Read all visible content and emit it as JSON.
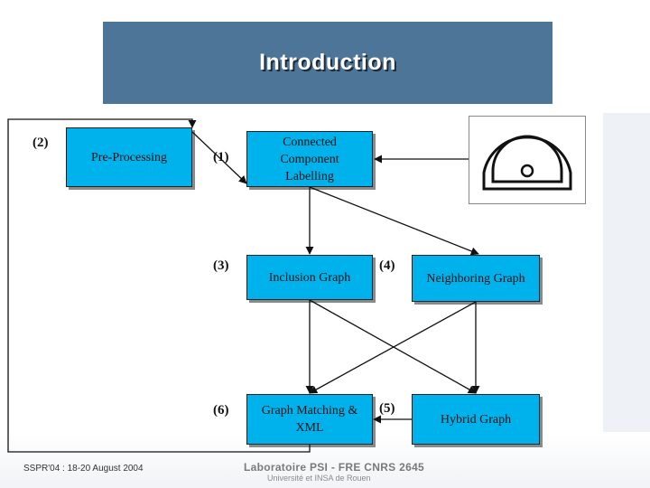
{
  "title": "Introduction",
  "boxes": {
    "preprocessing": "Pre-Processing",
    "ccl": "Connected Component Labelling",
    "inclusion": "Inclusion Graph",
    "neighboring": "Neighboring Graph",
    "matching": "Graph Matching & XML",
    "hybrid": "Hybrid Graph"
  },
  "numbers": {
    "n1": "(1)",
    "n2": "(2)",
    "n3": "(3)",
    "n4": "(4)",
    "n5": "(5)",
    "n6": "(6)"
  },
  "footer": {
    "conference": "SSPR'04 : 18-20 August 2004",
    "lab": "Laboratoire PSI - FRE CNRS 2645",
    "university": "Université et INSA de Rouen"
  },
  "colors": {
    "box_fill": "#00b2ec",
    "banner": "#4d7597"
  }
}
